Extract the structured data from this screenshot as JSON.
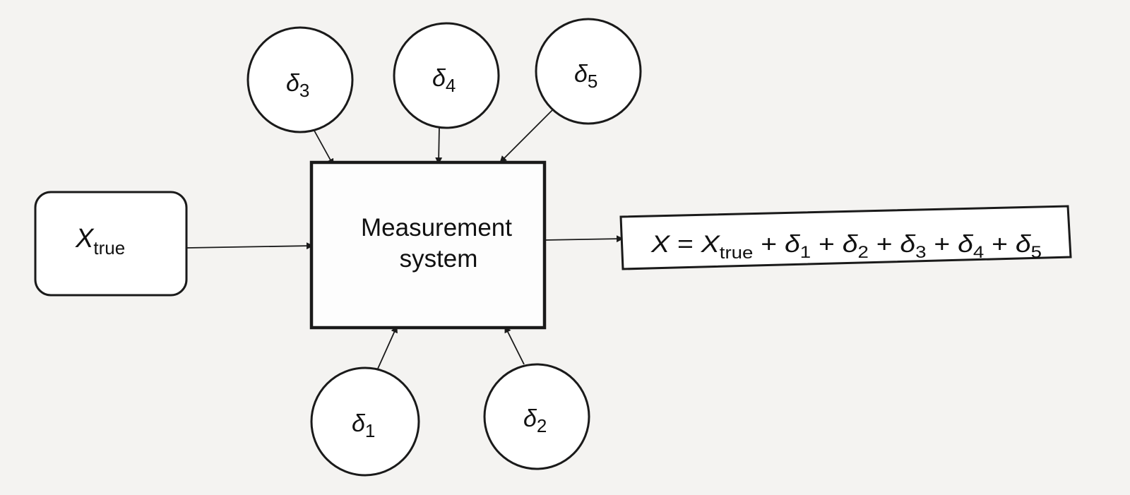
{
  "input": {
    "symbol": "X",
    "subscript": "true"
  },
  "system": {
    "line1": "Measurement",
    "line2": "system"
  },
  "error_sources": [
    {
      "symbol": "δ",
      "index": "1"
    },
    {
      "symbol": "δ",
      "index": "2"
    },
    {
      "symbol": "δ",
      "index": "3"
    },
    {
      "symbol": "δ",
      "index": "4"
    },
    {
      "symbol": "δ",
      "index": "5"
    }
  ],
  "output": {
    "lhs": "X",
    "equals": " = ",
    "base": "X",
    "base_sub": "true",
    "plus": " + ",
    "delta": "δ",
    "subs": [
      "1",
      "2",
      "3",
      "4",
      "5"
    ]
  }
}
